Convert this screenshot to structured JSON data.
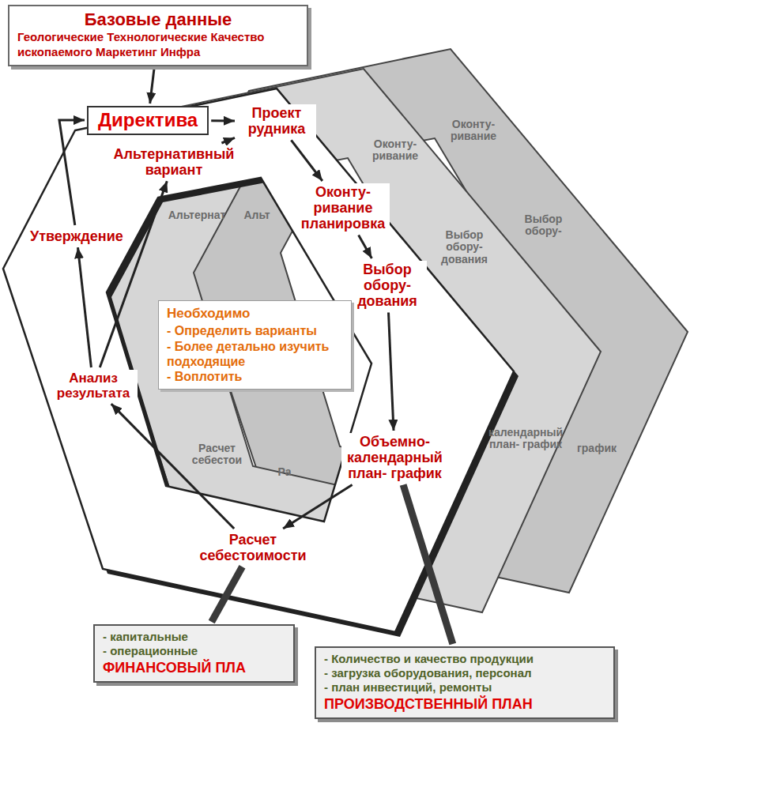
{
  "diagram": {
    "nodes": [
      {
        "text": [
          "Базовые данные",
          "Геологические Технологические Качество ископаемого Маркетинг Инфра"
        ]
      },
      {
        "text": [
          "Директива"
        ]
      },
      {
        "text": [
          "Проект рудника"
        ]
      },
      {
        "text": [
          "Оконту- ривание планировка"
        ]
      },
      {
        "text": [
          "Выбор обору- дования"
        ]
      },
      {
        "text": [
          "Объемно- календарный план- график"
        ]
      },
      {
        "text": [
          "Расчет себестоимости"
        ]
      },
      {
        "text": [
          "Анализ результата"
        ]
      },
      {
        "text": [
          "Утверждение"
        ]
      },
      {
        "text": [
          "Альтернативный вариант"
        ]
      },
      {
        "text": [
          "Необходимо",
          "- Определить варианты",
          "- Более детально изучить подходящие",
          "- Воплотить"
        ]
      },
      {
        "text": [
          "- капитальные",
          "- операционные",
          "ФИНАНСОВЫЙ ПЛА"
        ]
      },
      {
        "text": [
          "- Количество и качество продукции",
          "- загрузка оборудования, персонал",
          "- план инвестиций, ремонты",
          "ПРОИЗВОДСТВЕННЫЙ ПЛАН"
        ]
      }
    ],
    "edges": [
      {
        "from": 0,
        "to": 1,
        "arrow": "to"
      },
      {
        "from": 1,
        "to": 2,
        "arrow": "to"
      },
      {
        "from": 2,
        "to": 3,
        "arrow": "to"
      },
      {
        "from": 3,
        "to": 4,
        "arrow": "to"
      },
      {
        "from": 4,
        "to": 5,
        "arrow": "to"
      },
      {
        "from": 5,
        "to": 6,
        "arrow": "to"
      },
      {
        "from": 6,
        "to": 7,
        "arrow": "to"
      },
      {
        "from": 7,
        "to": 8,
        "arrow": "to"
      },
      {
        "from": 7,
        "to": 9,
        "arrow": "to"
      },
      {
        "from": 8,
        "to": 1,
        "arrow": "to"
      },
      {
        "from": 9,
        "to": 2,
        "arrow": "to"
      },
      {
        "from": 6,
        "to": 11,
        "arrow": "none"
      },
      {
        "from": 5,
        "to": 12,
        "arrow": "none"
      }
    ],
    "labels": [
      "Альтернат",
      "Альт",
      "Оконту- ривание",
      "Оконту- ривание",
      "Выбор обору- дования",
      "Выбор обору-",
      "календарный план- график",
      "график",
      "Ра",
      "Расчет себестои"
    ]
  }
}
